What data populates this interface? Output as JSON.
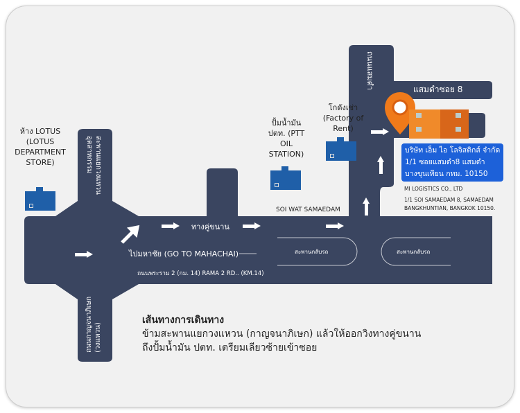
{
  "landmarks": {
    "lotus": "ห้าง LOTUS (LOTUS DEPARTMENT STORE)",
    "ptt": "ปั้มน้ำมัน ปตท. (PTT OIL STATION)",
    "factory": "โกดังเช่า (Factory of Rent)"
  },
  "roads": {
    "upper_left_1": "สะพานแยกวงแหวน",
    "upper_left_2": "อุตสาหกรรม",
    "lower_left_1": "ถนนกาญจนาภิเษก",
    "lower_left_2": "(วงแหวน)",
    "right_vertical": "ถนนแสมดำ",
    "soi8": "แสมดำซอย 8",
    "frontage": "ทางคู่ขนาน",
    "mahachai": "ไปมหาชัย (GO TO MAHACHAI)",
    "rama2": "ถนนพระราม 2 (กม. 14) RAMA 2 RD.. (KM.14)",
    "soi_wat": "SOI WAT SAMAEDAM",
    "uturn_1": "สะพานกลับรถ",
    "uturn_2": "สะพานกลับรถ"
  },
  "company": {
    "th_name": "บริษัท เอ็ม ไอ โลจิสติกส์ จำกัด",
    "th_addr1": "1/1 ซอยแสมดำ8 แสมดำ",
    "th_addr2": "บางขุนเทียน กทม. 10150",
    "en_name": "MI LOGISTICS CO., LTD",
    "en_addr1": "1/1 SOI SAMAEDAM 8, SAMAEDAM",
    "en_addr2": "BANGKHUNTIAN, BANGKOK 10150."
  },
  "directions": {
    "title": "เส้นทางการเดินทาง",
    "line1": "ข้ามสะพานแยกวงแหวน (กาญจนาภิเษก) แล้วให้ออกวิงทางคู่ขนาน",
    "line2": "ถึงปั้มน้ำมัน ปตท. เตรียมเลียวซ้ายเข้าซอย"
  },
  "colors": {
    "road": "#3a4560",
    "pin": "#f07a1a",
    "info": "#1d61d9",
    "building": "#1f5fa8"
  }
}
